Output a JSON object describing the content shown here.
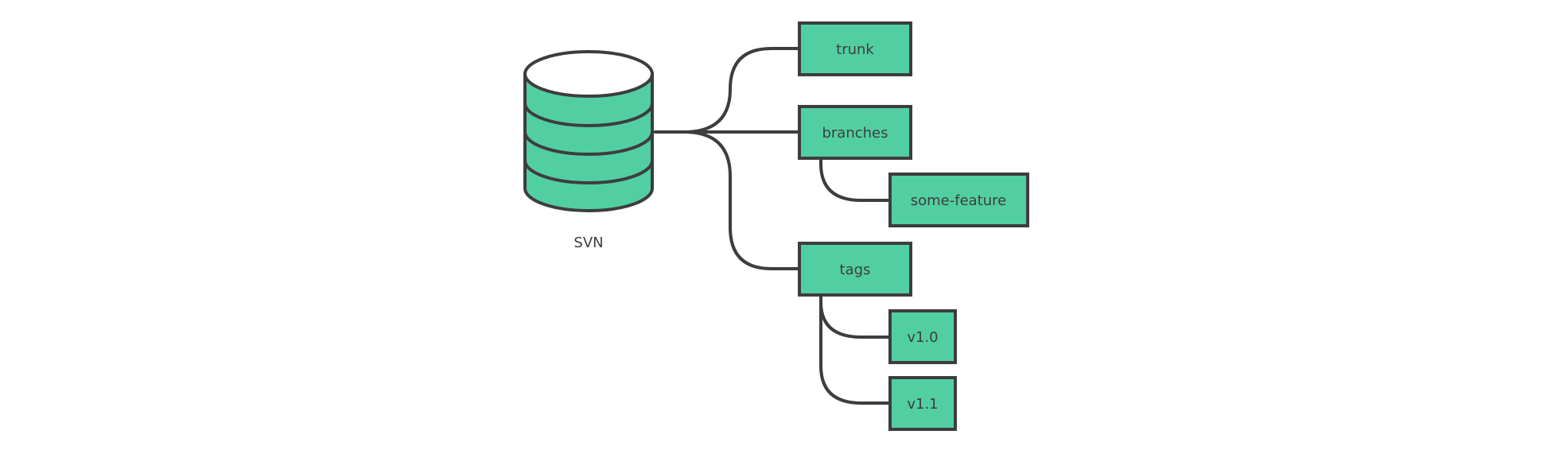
{
  "colors": {
    "fill": "#52cfa2",
    "stroke": "#3d3d3d",
    "background": "#ffffff",
    "disk_top": "#ffffff"
  },
  "repository": {
    "label": "SVN",
    "icon": "database-icon"
  },
  "nodes": {
    "trunk": "trunk",
    "branches": "branches",
    "some_feature": "some-feature",
    "tags": "tags",
    "v1_0": "v1.0",
    "v1_1": "v1.1"
  }
}
